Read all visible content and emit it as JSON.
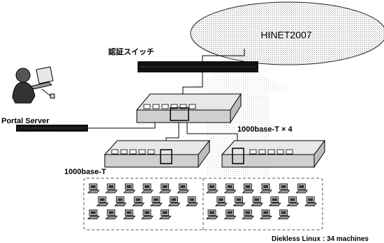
{
  "cloud_label": "HINET2007",
  "auth_switch_label": "認証スイッチ",
  "portal_server_label": "Portal Server",
  "uplink_label": "1000base-T × 4",
  "link_label": "1000base-T",
  "machines_label": "Diekless Linux : 34 machines",
  "machine_count": 34
}
